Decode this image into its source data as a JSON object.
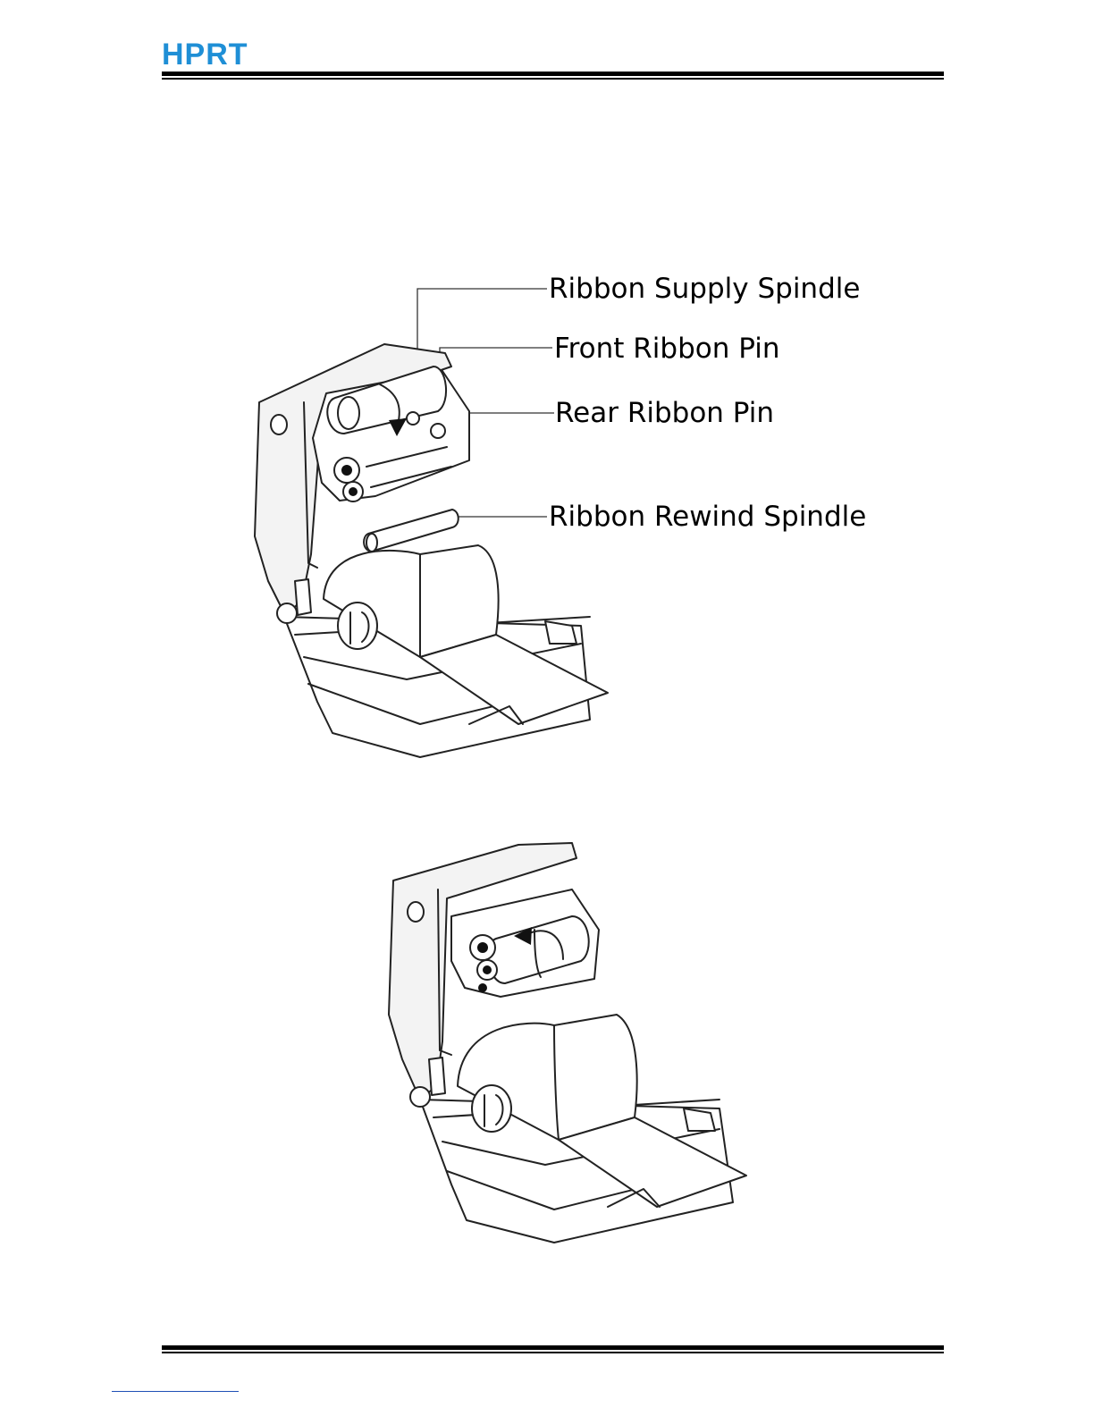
{
  "header": {
    "logo_text": "HPRT",
    "logo_color": "#1f8fd6"
  },
  "figure1": {
    "callouts": [
      "Ribbon Supply Spindle",
      "Front Ribbon Pin",
      "Rear Ribbon Pin",
      "Ribbon Rewind Spindle"
    ]
  },
  "colors": {
    "line": "#000000",
    "footer_link": "#1f4fb5"
  }
}
